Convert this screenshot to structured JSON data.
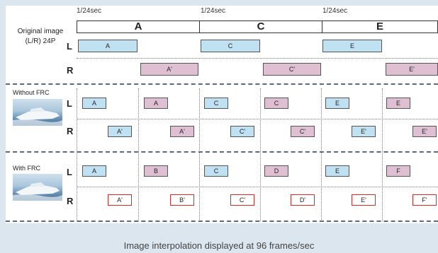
{
  "time_labels": [
    "1/24sec",
    "1/24sec",
    "1/24sec"
  ],
  "frames": [
    "A",
    "C",
    "E"
  ],
  "original": {
    "title_line1": "Original image",
    "title_line2": "(L/R) 24P",
    "L_label": "L",
    "R_label": "R",
    "L_boxes": [
      "A",
      "C",
      "E"
    ],
    "R_boxes": [
      "A'",
      "C'",
      "E'"
    ]
  },
  "without_frc": {
    "title": "Without FRC",
    "L_label": "L",
    "R_label": "R",
    "L_boxes": [
      "A",
      "A",
      "C",
      "C",
      "E",
      "E"
    ],
    "R_boxes": [
      "A'",
      "A'",
      "C'",
      "C'",
      "E'",
      "E'"
    ]
  },
  "with_frc": {
    "title": "With FRC",
    "L_label": "L",
    "R_label": "R",
    "L_boxes": [
      "A",
      "B",
      "C",
      "D",
      "E",
      "F"
    ],
    "R_boxes": [
      "A'",
      "B'",
      "C'",
      "D'",
      "E'",
      "F'"
    ]
  },
  "caption": "Image interpolation displayed at 96 frames/sec",
  "colors": {
    "left_eye": "#bfe1f2",
    "right_eye": "#dec0d2",
    "interpolated_border": "#d22a2a",
    "background": "#dce6ee"
  }
}
